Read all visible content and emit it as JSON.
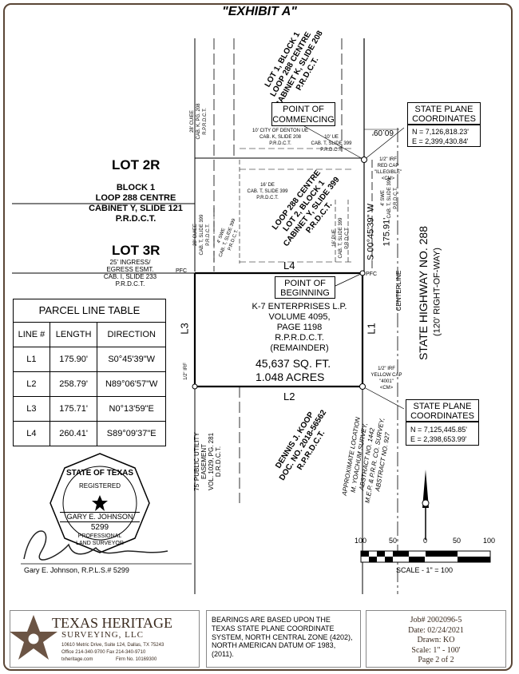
{
  "exhibit_title": "\"EXHIBIT A\"",
  "lots": {
    "lot_2r": "LOT 2R",
    "lot_3r": "LOT 3R",
    "block_lines": [
      "BLOCK 1",
      "LOOP 288 CENTRE",
      "CABINET Y, SLIDE 121",
      "P.R.D.C.T."
    ],
    "lot1_block1": [
      "LOT 1, BLOCK 1",
      "LOOP 288 CENTRE",
      "CABINET K, SLIDE 208",
      "P.R.D.C.T."
    ],
    "lot2_block1": [
      "LOOP 288 CENTRE",
      "LOT 2, BLOCK 1",
      "CABINET Y, SLIDE 399",
      "P.R.D.C.T."
    ]
  },
  "commencing": [
    "POINT OF",
    "COMMENCING"
  ],
  "beginning": [
    "POINT OF",
    "BEGINNING"
  ],
  "parcel_owner": [
    "K-7 ENTERPRISES L.P.",
    "VOLUME 4095,",
    "PAGE 1198",
    "R.P.R.D.C.T.",
    "(REMAINDER)"
  ],
  "area_sqft": "45,637 SQ. FT.",
  "area_acres": "1.048 ACRES",
  "coords_top": {
    "title": [
      "STATE PLANE",
      "COORDINATES"
    ],
    "n": "N = 7,126,818.23'",
    "e": "E = 2,399,430.84'"
  },
  "coords_bottom": {
    "title": [
      "STATE PLANE",
      "COORDINATES"
    ],
    "n": "N = 7,125,445.85'",
    "e": "E = 2,398,653.99'"
  },
  "highway": {
    "name": "STATE HIGHWAY NO. 288",
    "row": "(120' RIGHT-OF-WAY)",
    "centerline": "CENTERLINE"
  },
  "east_bearing": "S 00°45'39\" W",
  "east_distance": "175.91'",
  "offset_609": "60.09'",
  "line_labels": {
    "l1": "L1",
    "l2": "L2",
    "l3": "L3",
    "l4": "L4"
  },
  "small_notes": {
    "ue10_city": [
      "10' CITY OF DENTON UE",
      "CAB. K, SLIDE 208",
      "P.R.D.C.T."
    ],
    "ue10": [
      "10' UE",
      "CAB. T, SLIDE 399",
      "P.R.D.C.T."
    ],
    "de16": [
      "16' DE",
      "CAB. T, SLIDE 399",
      "P.R.D.C.T."
    ],
    "irf_top": [
      "1/2\" IRF",
      "RED CAP",
      "\"ILLEGIBLE\"",
      "<CM>"
    ],
    "irf_bottom": [
      "1/2\" IRF",
      "YELLOW CAP",
      "\"4001\"",
      "<CM>"
    ],
    "irf_left": "1/2\" IRF",
    "ingress": [
      "25' INGRESS/",
      "EGRESS ESMT.",
      "CAB. I, SLIDE 233",
      "P.R.D.C.T."
    ],
    "pfc_left": "PFC",
    "pfc_right": "PFC",
    "cuiee_top": [
      "28' CUIEE",
      "CAB. K, PG. 208",
      "R.P.R.D.C.T."
    ],
    "cuiee_mid": [
      "28' CUIEE",
      "CAB. T, SLIDE 399",
      "P.R.D.C.T."
    ],
    "swe_mid": [
      "4' SWE",
      "CAB. T, SLIDE 399",
      "P.R.D.C.T."
    ],
    "pue16": [
      "16' PUE",
      "CAB. T, SLIDE 399",
      "P.R.D.C.T."
    ],
    "swe_right": [
      "4' SWE",
      "CAB. T, SLIDE 399",
      "P.R.D.C.T."
    ],
    "swe_far": [
      "CAB. T, SLIDE 399"
    ],
    "public_utility": [
      "75' PUBLIC UTILITY",
      "EASEMENT",
      "VOL. 1029, PG. 281",
      "D.R.D.C.T."
    ],
    "koop": [
      "DENNIS J. KOOP",
      "DOC. NO. 2018-56562",
      "R.P.R.D.C.T."
    ],
    "approx_location": [
      "APPROXIMATE LOCATION",
      "M. YOACHUM SURVEY,",
      "ABSTRACT NO. 1442",
      "M.E.P. & P.R.R. CO. SURVEY,",
      "ABSTRACT NO. 927"
    ]
  },
  "parcel_table": {
    "title": "PARCEL LINE TABLE",
    "headers": [
      "LINE #",
      "LENGTH",
      "DIRECTION"
    ],
    "rows": [
      [
        "L1",
        "175.90'",
        "S0°45'39\"W"
      ],
      [
        "L2",
        "258.79'",
        "N89°06'57\"W"
      ],
      [
        "L3",
        "175.71'",
        "N0°13'59\"E"
      ],
      [
        "L4",
        "260.41'",
        "S89°09'37\"E"
      ]
    ]
  },
  "scale": {
    "ticks": [
      "100",
      "50",
      "0",
      "50",
      "100"
    ],
    "label": "SCALE - 1\" = 100"
  },
  "seal": {
    "top": "STATE OF TEXAS",
    "registered": "REGISTERED",
    "name": "GARY E. JOHNSON",
    "number": "5299",
    "professional": "PROFESSIONAL",
    "surveyor": "LAND SURVEYOR"
  },
  "signature_line": "Gary E. Johnson, R.P.L.S.# 5299",
  "footer": {
    "company_line1": "TEXAS HERITAGE",
    "company_line2": "SURVEYING, LLC",
    "address": "10610 Metric Drive, Suite 124,  Dallas, TX 75243",
    "phone": "Office 214-340-9700   Fax 214-340-9710",
    "web": "txheritage.com",
    "firm": "Firm No. 10169300",
    "bearings_note": "BEARINGS ARE BASED UPON THE TEXAS STATE PLANE COORDINATE SYSTEM, NORTH CENTRAL ZONE (4202), NORTH AMERICAN DATUM OF 1983, (2011).",
    "job": "Job# 2002096-5",
    "date": "Date: 02/24/2021",
    "drawn": "Drawn: KO",
    "scale": "Scale: 1\" - 100'",
    "page": "Page 2 of 2"
  },
  "colors": {
    "frame": "#5a4636",
    "footer_text": "#3a2a1e"
  }
}
